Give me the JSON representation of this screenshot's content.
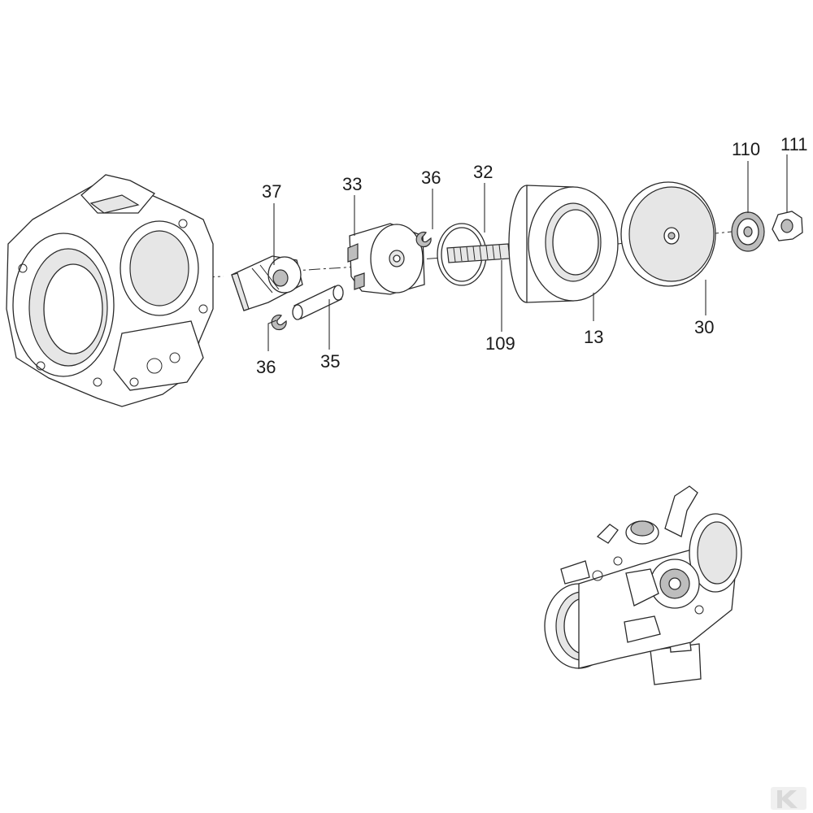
{
  "callouts": [
    {
      "id": "37",
      "label": "37"
    },
    {
      "id": "33",
      "label": "33"
    },
    {
      "id": "36a",
      "label": "36"
    },
    {
      "id": "32",
      "label": "32"
    },
    {
      "id": "110",
      "label": "110"
    },
    {
      "id": "111",
      "label": "111"
    },
    {
      "id": "36b",
      "label": "36"
    },
    {
      "id": "35",
      "label": "35"
    },
    {
      "id": "109",
      "label": "109"
    },
    {
      "id": "13",
      "label": "13"
    },
    {
      "id": "30",
      "label": "30"
    }
  ],
  "logo": {
    "text": "K",
    "color": "#d9d9d9"
  }
}
